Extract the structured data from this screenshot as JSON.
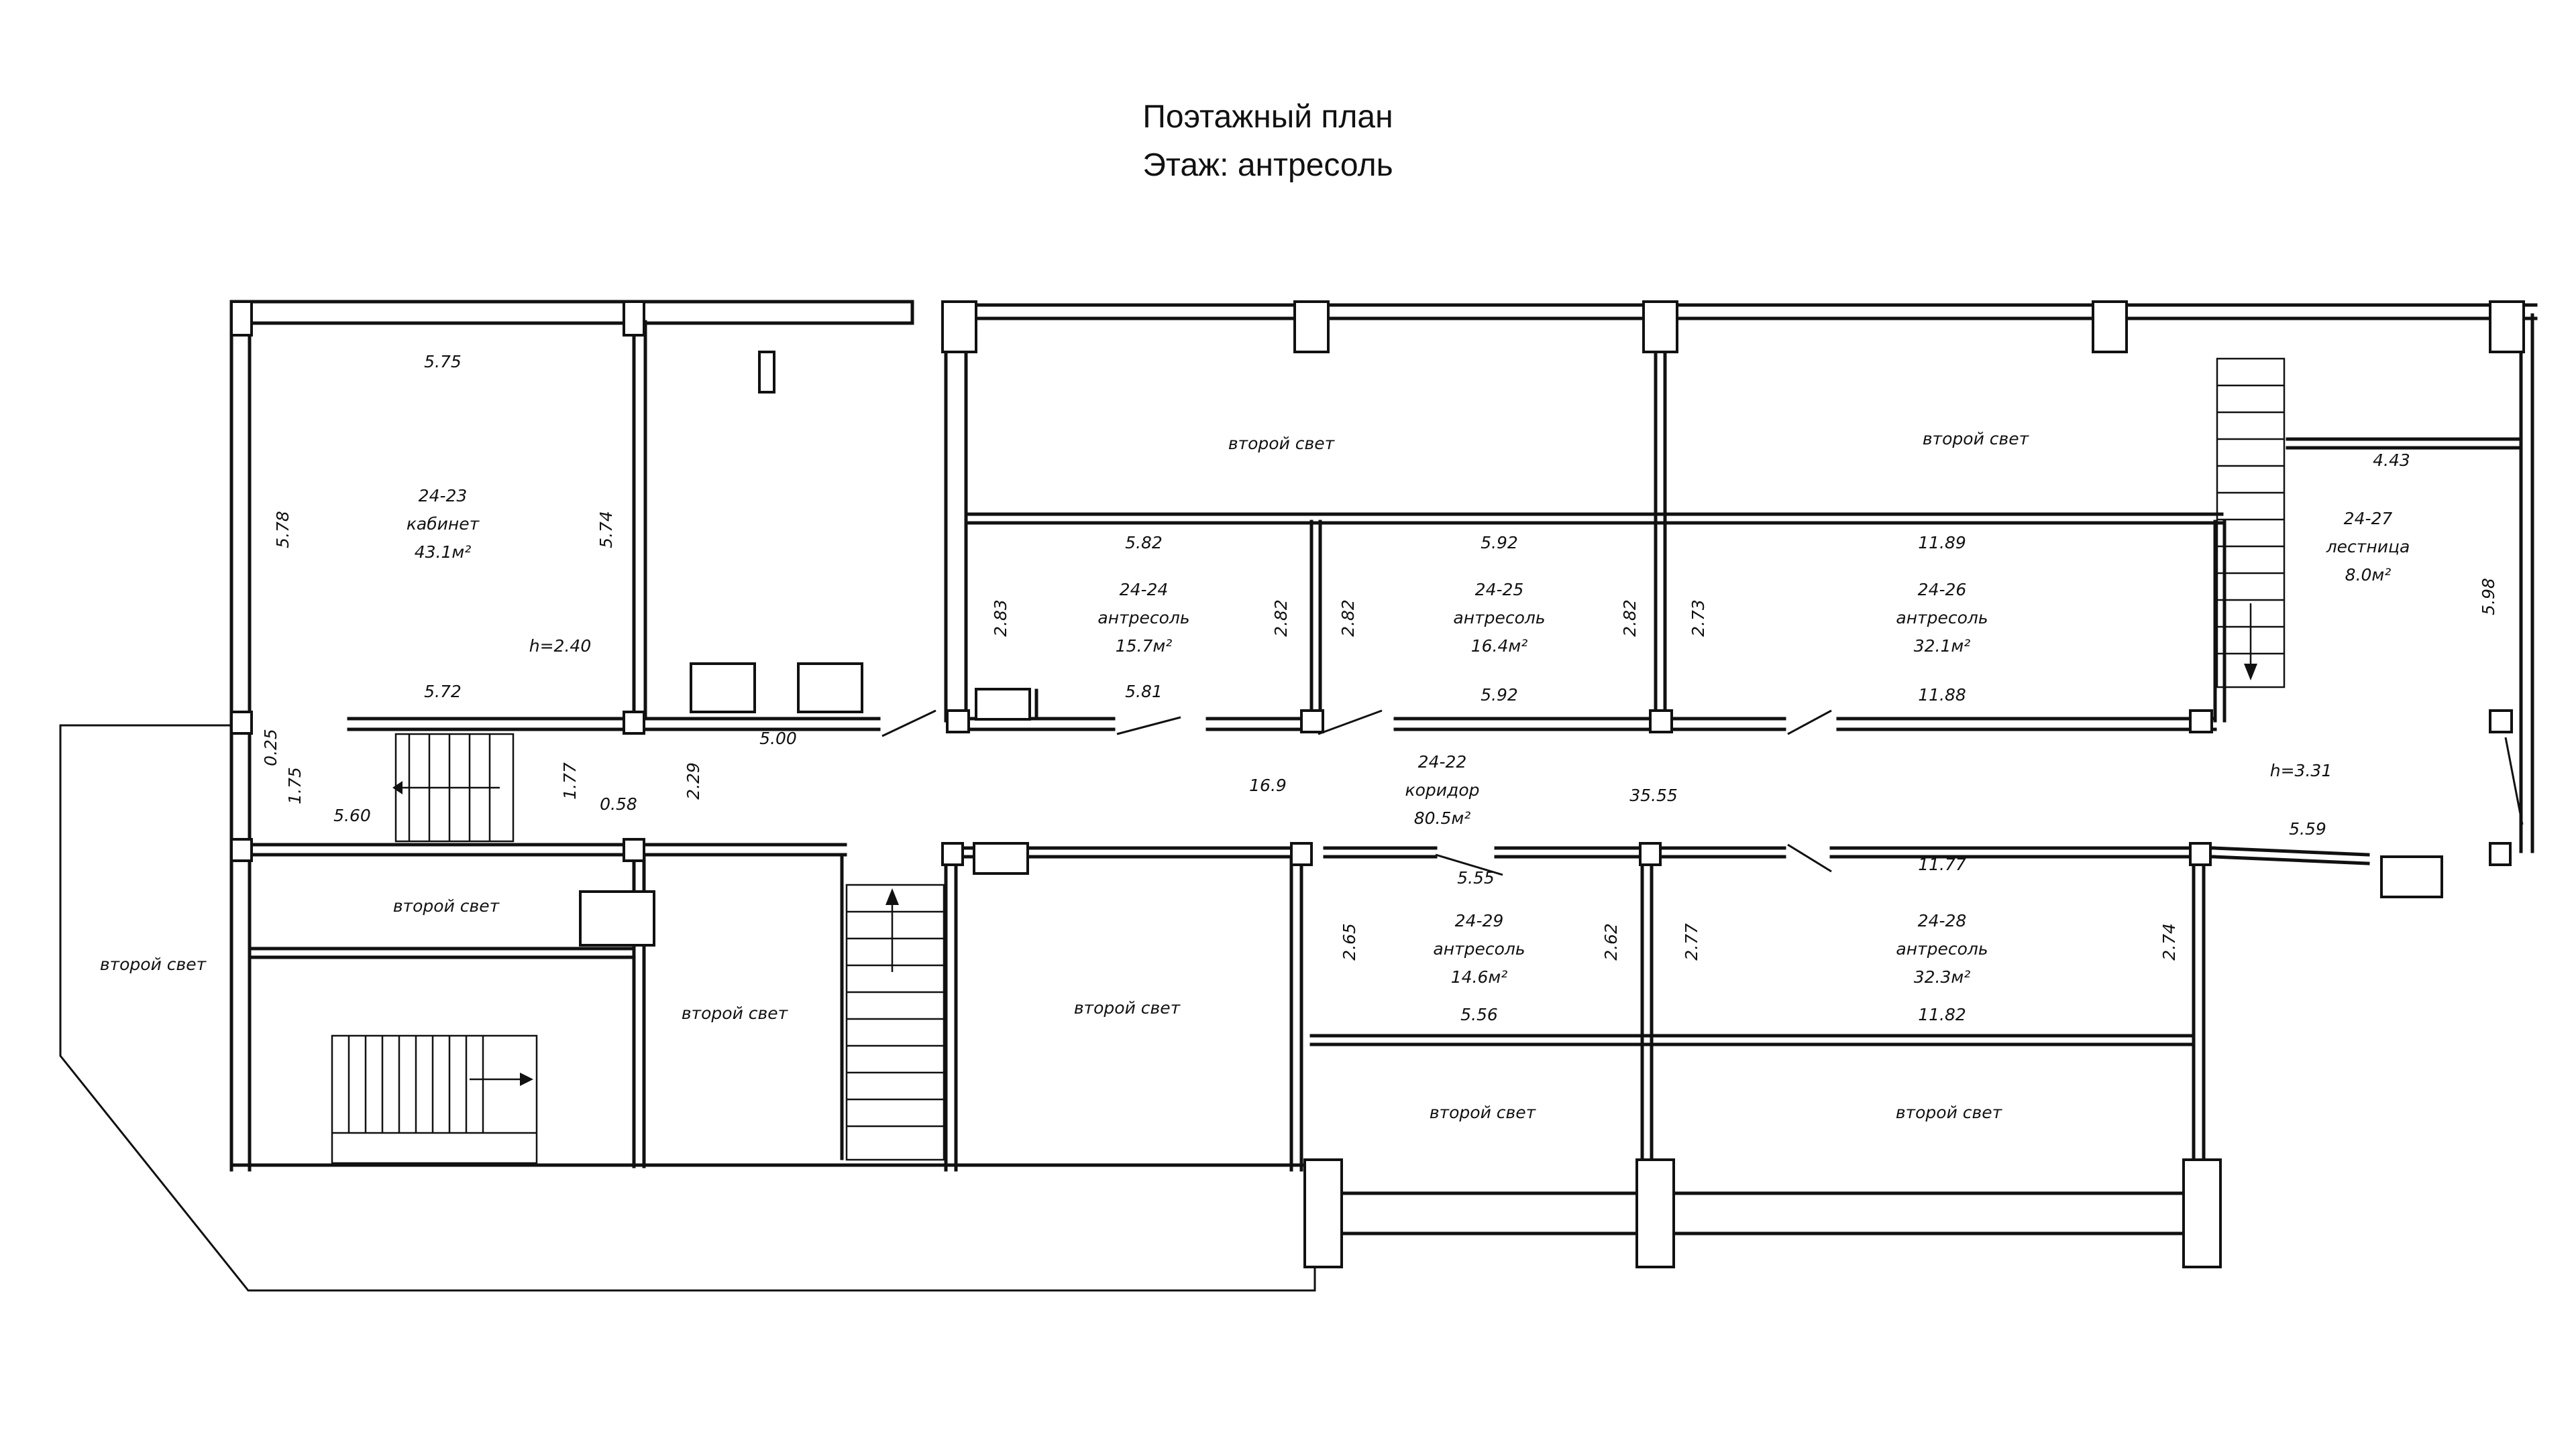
{
  "header": {
    "title": "Поэтажный план",
    "floor": "Этаж: антресоль"
  },
  "rooms": {
    "r23": {
      "id": "24-23",
      "name": "кабинет",
      "area": "43.1м²"
    },
    "r24": {
      "id": "24-24",
      "name": "антресоль",
      "area": "15.7м²"
    },
    "r25": {
      "id": "24-25",
      "name": "антресоль",
      "area": "16.4м²"
    },
    "r26": {
      "id": "24-26",
      "name": "антресоль",
      "area": "32.1м²"
    },
    "r27": {
      "id": "24-27",
      "name": "лестница",
      "area": "8.0м²"
    },
    "r22": {
      "id": "24-22",
      "name": "коридор",
      "area": "80.5м²"
    },
    "r29": {
      "id": "24-29",
      "name": "антресоль",
      "area": "14.6м²"
    },
    "r28": {
      "id": "24-28",
      "name": "антресоль",
      "area": "32.3м²"
    }
  },
  "void_label": "второй свет",
  "heights": {
    "h1": "h=2.40",
    "h2": "h=3.31"
  },
  "dims": {
    "d575": "5.75",
    "d578": "5.78",
    "d574": "5.74",
    "d572": "5.72",
    "d582": "5.82",
    "d283": "2.83",
    "d282a": "2.82",
    "d581": "5.81",
    "d282b": "2.82",
    "d592a": "5.92",
    "d282c": "2.82",
    "d592b": "5.92",
    "d273": "2.73",
    "d1189": "11.89",
    "d1188": "11.88",
    "d443": "4.43",
    "d598": "5.98",
    "d025": "0.25",
    "d175": "1.75",
    "d560": "5.60",
    "d177": "1.77",
    "d058": "0.58",
    "d229": "2.29",
    "d500": "5.00",
    "d169": "16.9",
    "d3555": "35.55",
    "d555": "5.55",
    "d1177": "11.77",
    "d559": "5.59",
    "d265": "2.65",
    "d262": "2.62",
    "d277": "2.77",
    "d274": "2.74",
    "d556": "5.56",
    "d1182": "11.82"
  }
}
